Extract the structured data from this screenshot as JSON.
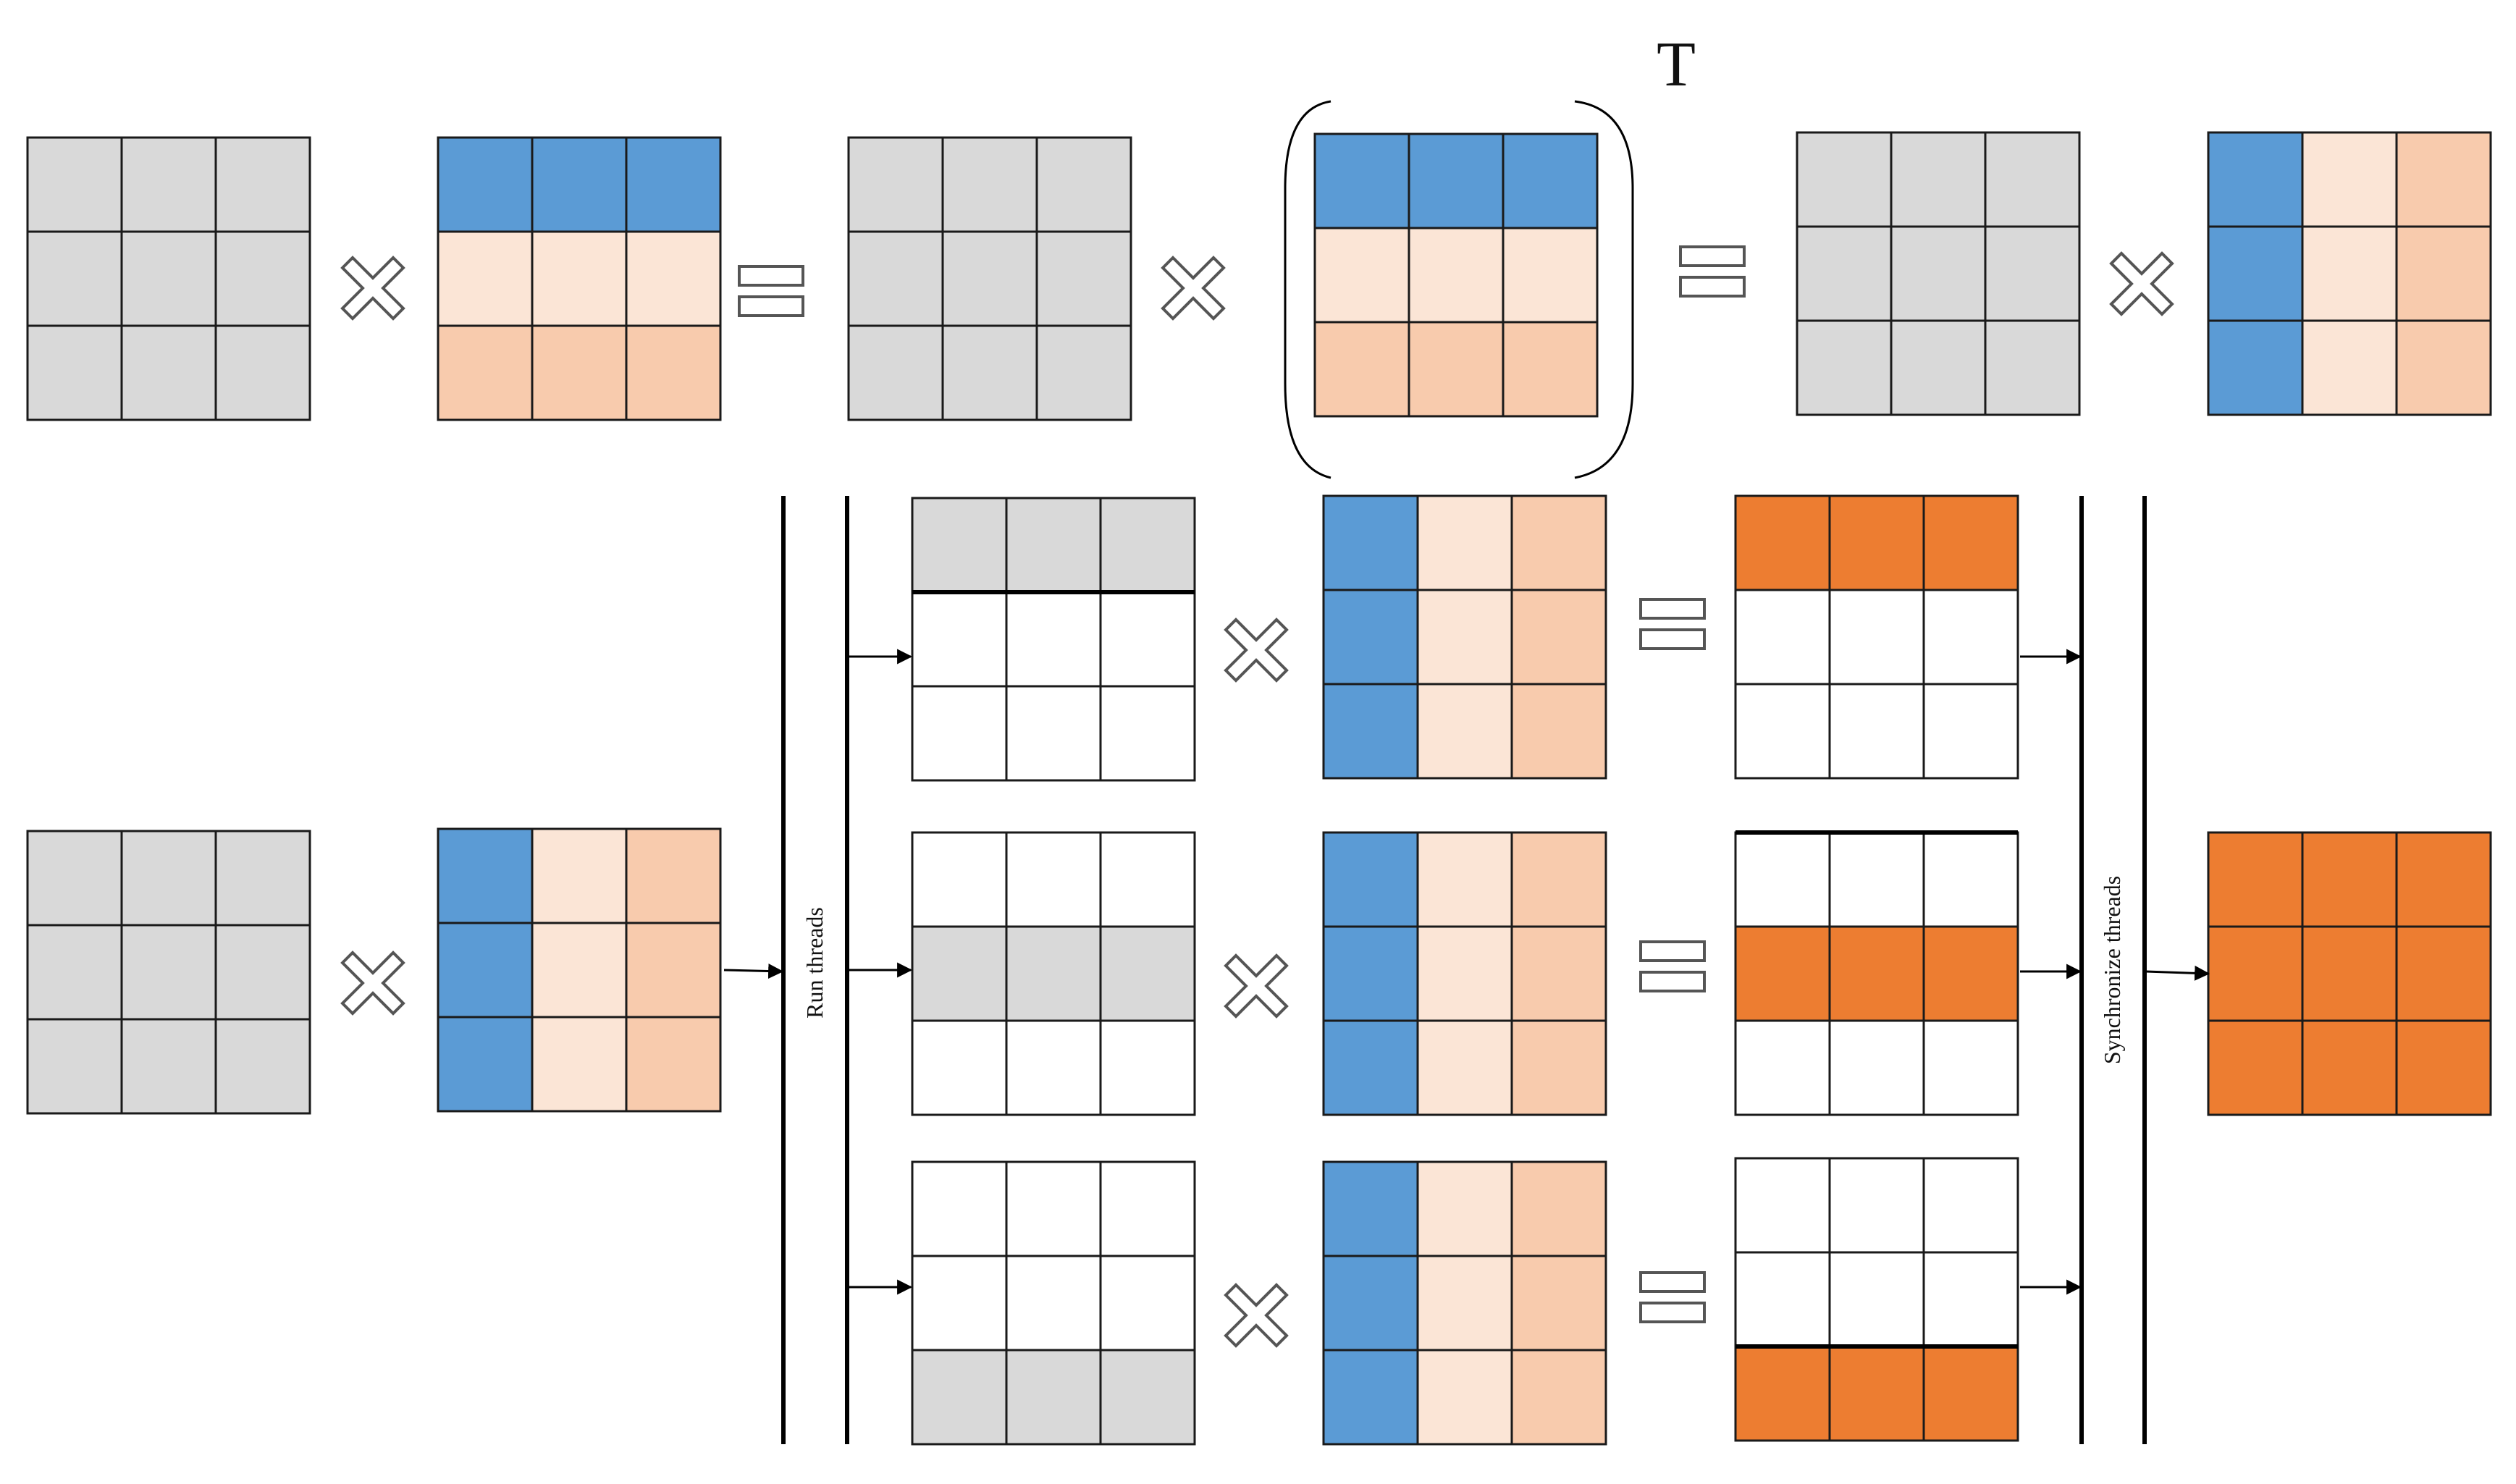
{
  "colors": {
    "gray": "#d9d9d9",
    "blue": "#5b9bd5",
    "peach_light": "#fbe5d6",
    "peach": "#f8cbad",
    "orange": "#ed7d31",
    "white": "#ffffff"
  },
  "transpose_label": "T",
  "run_threads_label": "Run threads",
  "synchronize_threads_label": "Synchronize threads",
  "operators": {
    "times": "multiply-symbol",
    "equals": "equals-symbol"
  }
}
